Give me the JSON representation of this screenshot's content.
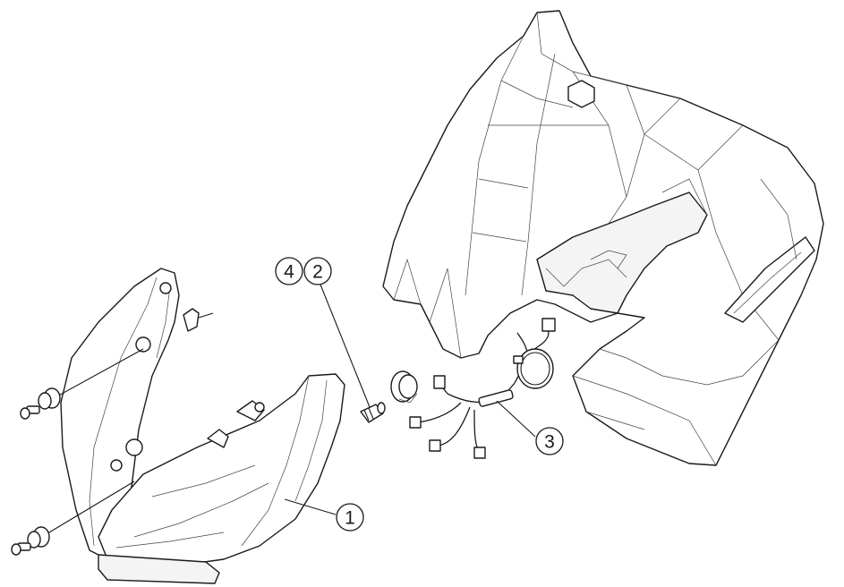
{
  "callouts": [
    {
      "id": "callout-1",
      "label": "1"
    },
    {
      "id": "callout-2",
      "label": "2"
    },
    {
      "id": "callout-3",
      "label": "3"
    },
    {
      "id": "callout-4",
      "label": "4"
    }
  ],
  "colors": {
    "line": "#1a1a1a",
    "fill": "#ffffff",
    "background": "#ffffff"
  }
}
